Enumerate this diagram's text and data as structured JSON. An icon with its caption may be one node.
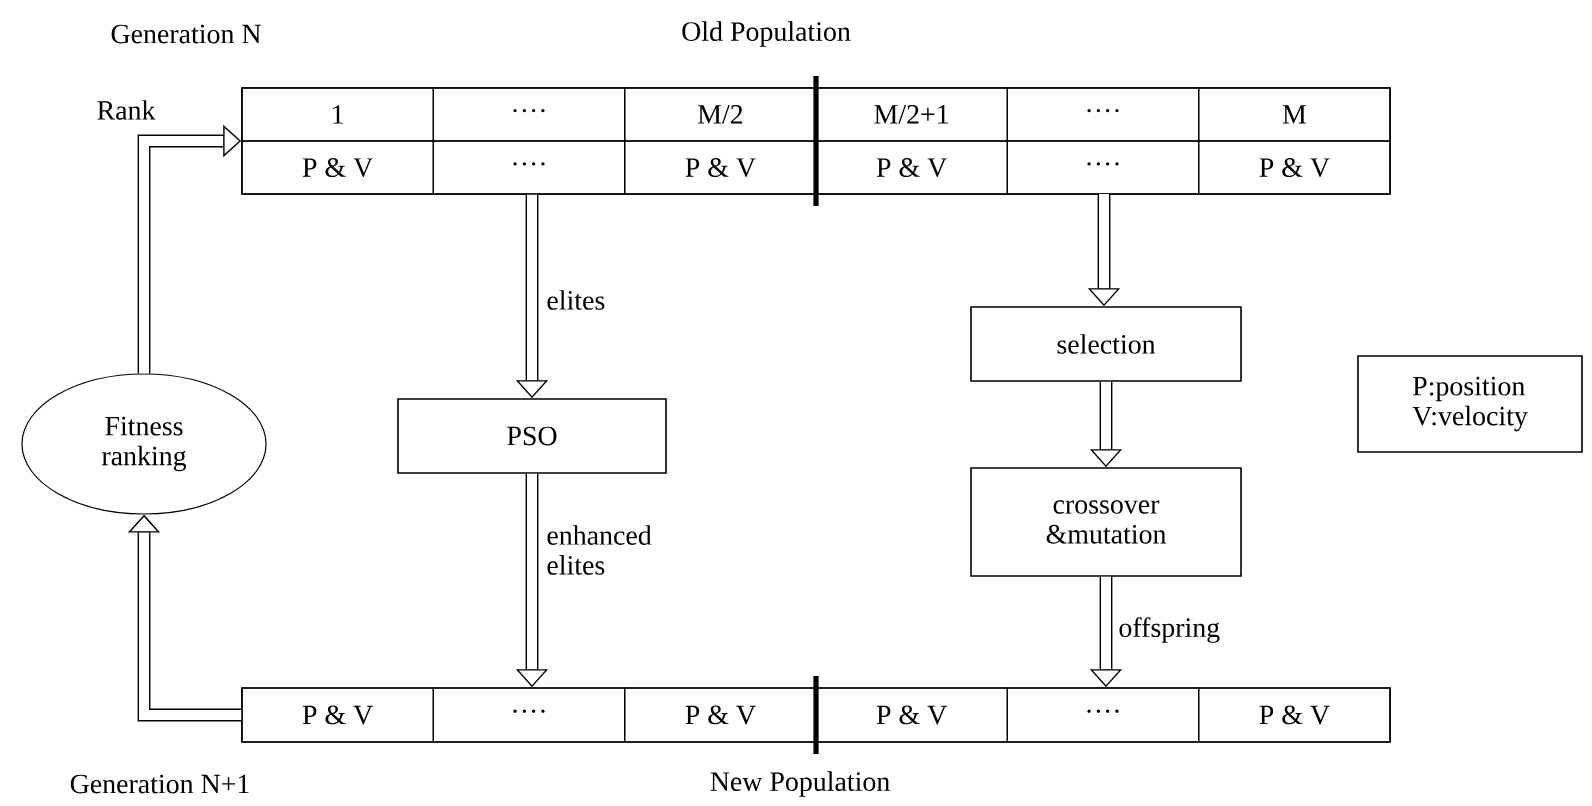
{
  "diagram": {
    "nodes": [
      {
        "text": [
          "Old Population"
        ]
      },
      {
        "text": [
          "1"
        ],
        "in": 0
      },
      {
        "text": [
          "····"
        ],
        "in": 0
      },
      {
        "text": [
          "M/2"
        ],
        "in": 0
      },
      {
        "text": [
          "M/2+1"
        ],
        "in": 0
      },
      {
        "text": [
          "····"
        ],
        "in": 0
      },
      {
        "text": [
          "M"
        ],
        "in": 0
      },
      {
        "text": [
          "P & V"
        ],
        "in": 0
      },
      {
        "text": [
          "····"
        ],
        "in": 0
      },
      {
        "text": [
          "P & V"
        ],
        "in": 0
      },
      {
        "text": [
          "P & V"
        ],
        "in": 0
      },
      {
        "text": [
          "····"
        ],
        "in": 0
      },
      {
        "text": [
          "P & V"
        ],
        "in": 0
      },
      {
        "text": [
          "selection"
        ]
      },
      {
        "text": [
          "crossover &mutation"
        ]
      },
      {
        "text": [
          "PSO"
        ]
      },
      {
        "text": [
          "Fitness ranking"
        ]
      },
      {
        "text": [
          "New Population"
        ]
      },
      {
        "text": [
          "P & V"
        ],
        "in": 17
      },
      {
        "text": [
          "····"
        ],
        "in": 17
      },
      {
        "text": [
          "P & V"
        ],
        "in": 17
      },
      {
        "text": [
          "P & V"
        ],
        "in": 17
      },
      {
        "text": [
          "····"
        ],
        "in": 17
      },
      {
        "text": [
          "P & V"
        ],
        "in": 17
      },
      {
        "text": [
          "P:position",
          "V:velocity"
        ]
      }
    ],
    "edges": [
      {
        "from": 0,
        "to": 13,
        "arrow": "to"
      },
      {
        "from": 13,
        "to": 14,
        "arrow": "to"
      },
      {
        "from": 14,
        "to": 17,
        "arrow": "to",
        "label": "offspring"
      },
      {
        "from": 0,
        "to": 15,
        "arrow": "to",
        "label": "elites"
      },
      {
        "from": 15,
        "to": 17,
        "arrow": "to",
        "label": "enhanced elites"
      },
      {
        "from": 17,
        "to": 16,
        "arrow": "to"
      },
      {
        "from": 16,
        "to": 0,
        "arrow": "to"
      }
    ],
    "labels": [
      "Generation N",
      "Rank",
      "Generation N+1"
    ]
  }
}
